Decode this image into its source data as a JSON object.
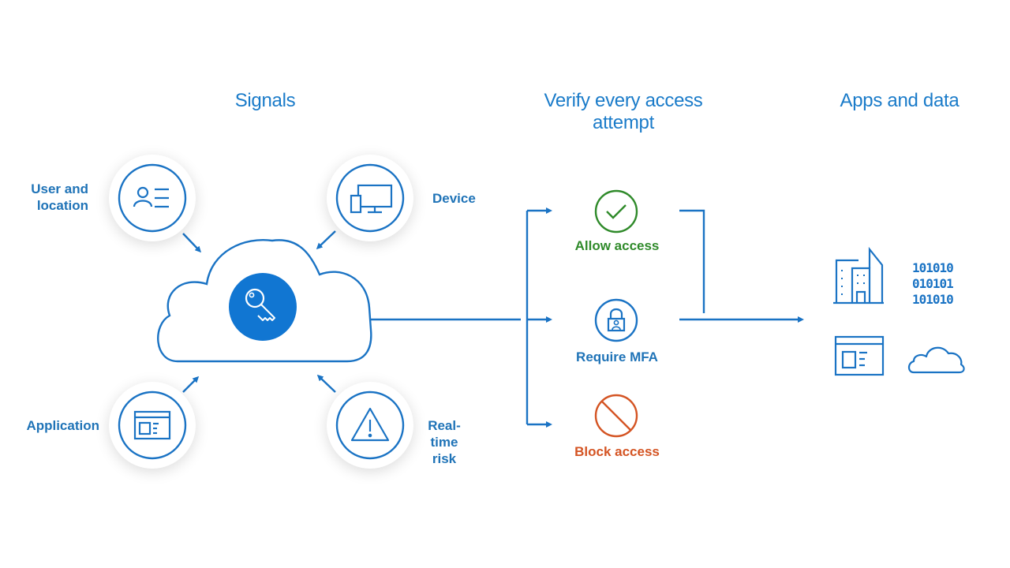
{
  "headings": {
    "signals": "Signals",
    "verify_line1": "Verify every access",
    "verify_line2": "attempt",
    "apps": "Apps and data"
  },
  "signals": [
    {
      "id": "user",
      "line1": "User and",
      "line2": "location",
      "icon": "user-list-icon"
    },
    {
      "id": "device",
      "line1": "Device",
      "line2": "",
      "icon": "device-icon"
    },
    {
      "id": "application",
      "line1": "Application",
      "line2": "",
      "icon": "application-window-icon"
    },
    {
      "id": "risk",
      "line1": "Real-time",
      "line2": "risk",
      "icon": "warning-triangle-icon"
    }
  ],
  "center": {
    "icon": "key-icon"
  },
  "outcomes": [
    {
      "label": "Allow access",
      "icon": "checkmark-circle-icon",
      "color": "#2f8a2a"
    },
    {
      "label": "Require MFA",
      "icon": "lock-user-icon",
      "color": "#1f73b7"
    },
    {
      "label": "Block access",
      "icon": "prohibited-icon",
      "color": "#d45423"
    }
  ],
  "apps": {
    "binary_rows": [
      "101010",
      "010101",
      "101010"
    ],
    "icons": [
      "building-icon",
      "binary-data-icon",
      "app-window-icon",
      "cloud-icon"
    ]
  },
  "colors": {
    "primary": "#1a73c4",
    "heading": "#1a7bc9",
    "allow": "#2f8a2a",
    "block": "#d45423",
    "key_fill": "#1176d2"
  }
}
